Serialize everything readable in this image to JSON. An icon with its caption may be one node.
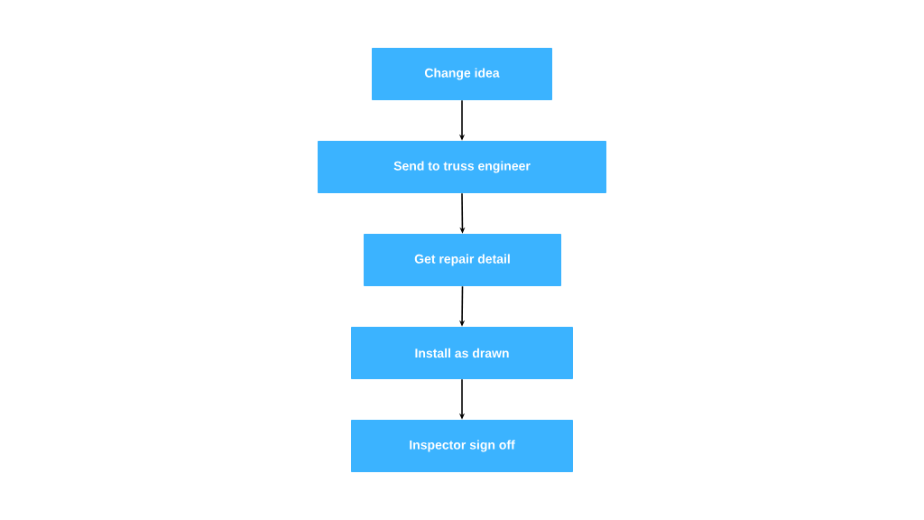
{
  "diagram": {
    "nodes": [
      {
        "text": [
          "Change idea"
        ]
      },
      {
        "text": [
          "Send to truss engineer"
        ]
      },
      {
        "text": [
          "Get repair detail"
        ]
      },
      {
        "text": [
          "Install as drawn"
        ]
      },
      {
        "text": [
          "Inspector sign off"
        ]
      }
    ],
    "edges": [
      {
        "from": 0,
        "to": 1,
        "arrow": "to"
      },
      {
        "from": 1,
        "to": 2,
        "arrow": "to"
      },
      {
        "from": 2,
        "to": 3,
        "arrow": "to"
      },
      {
        "from": 3,
        "to": 4,
        "arrow": "to"
      }
    ]
  }
}
